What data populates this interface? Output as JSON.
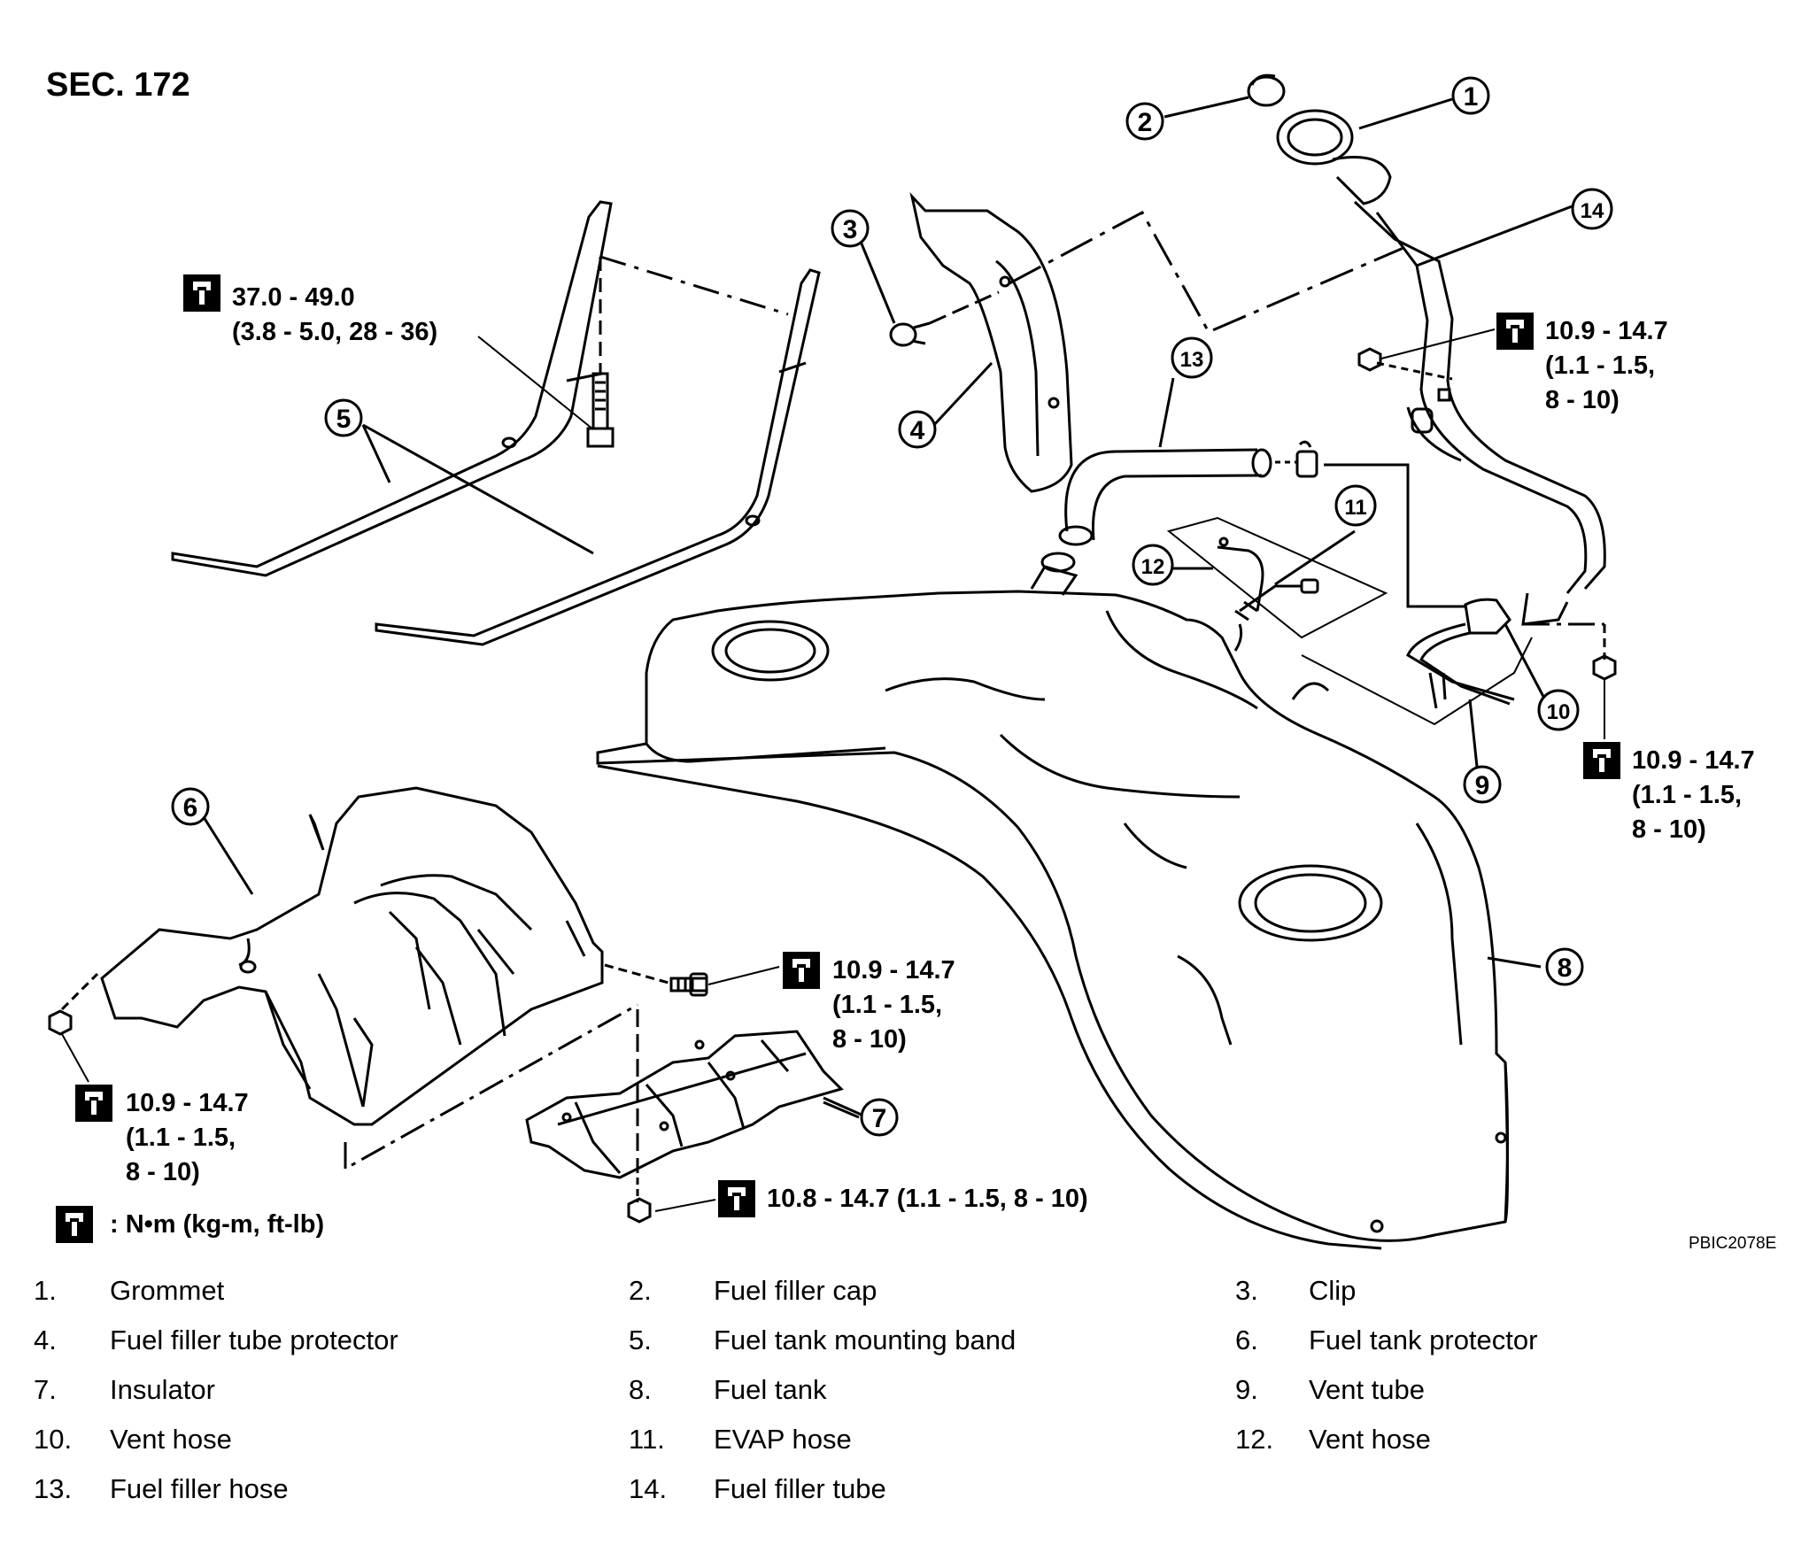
{
  "section_title": "SEC. 172",
  "figure_code": "PBIC2078E",
  "unit_note": ": N•m (kg-m, ft-lb)",
  "torque_labels": [
    {
      "line1": "37.0 - 49.0",
      "line2": "(3.8 - 5.0, 28 - 36)",
      "line3": ""
    },
    {
      "line1": "10.9 - 14.7",
      "line2": "(1.1 - 1.5,",
      "line3": "8 - 10)"
    },
    {
      "line1": "10.9 - 14.7",
      "line2": "(1.1 - 1.5,",
      "line3": "8 - 10)"
    },
    {
      "line1": "10.9 - 14.7",
      "line2": "(1.1 - 1.5,",
      "line3": "8 - 10)"
    },
    {
      "line1": "10.9 - 14.7",
      "line2": "(1.1 - 1.5,",
      "line3": "8 - 10)"
    },
    {
      "line1": "10.8 - 14.7 (1.1 - 1.5, 8 - 10)",
      "line2": "",
      "line3": ""
    }
  ],
  "callouts": [
    "1",
    "2",
    "3",
    "4",
    "5",
    "6",
    "7",
    "8",
    "9",
    "10",
    "11",
    "12",
    "13",
    "14"
  ],
  "legend": [
    {
      "num": "1.",
      "text": "Grommet"
    },
    {
      "num": "2.",
      "text": "Fuel filler cap"
    },
    {
      "num": "3.",
      "text": "Clip"
    },
    {
      "num": "4.",
      "text": "Fuel filler tube protector"
    },
    {
      "num": "5.",
      "text": "Fuel tank mounting band"
    },
    {
      "num": "6.",
      "text": "Fuel tank protector"
    },
    {
      "num": "7.",
      "text": "Insulator"
    },
    {
      "num": "8.",
      "text": "Fuel tank"
    },
    {
      "num": "9.",
      "text": "Vent tube"
    },
    {
      "num": "10.",
      "text": "Vent hose"
    },
    {
      "num": "11.",
      "text": "EVAP hose"
    },
    {
      "num": "12.",
      "text": "Vent hose"
    },
    {
      "num": "13.",
      "text": "Fuel filler hose"
    },
    {
      "num": "14.",
      "text": "Fuel filler tube"
    }
  ]
}
